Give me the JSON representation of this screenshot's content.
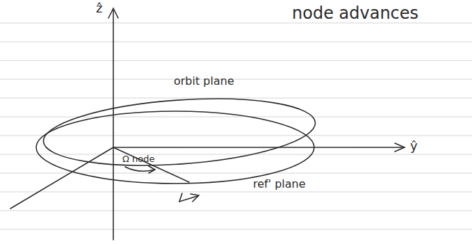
{
  "diagram": {
    "labels": [
      "node advances",
      "ẑ",
      "orbit plane",
      "ŷ",
      "Ω node",
      "ref' plane"
    ]
  }
}
